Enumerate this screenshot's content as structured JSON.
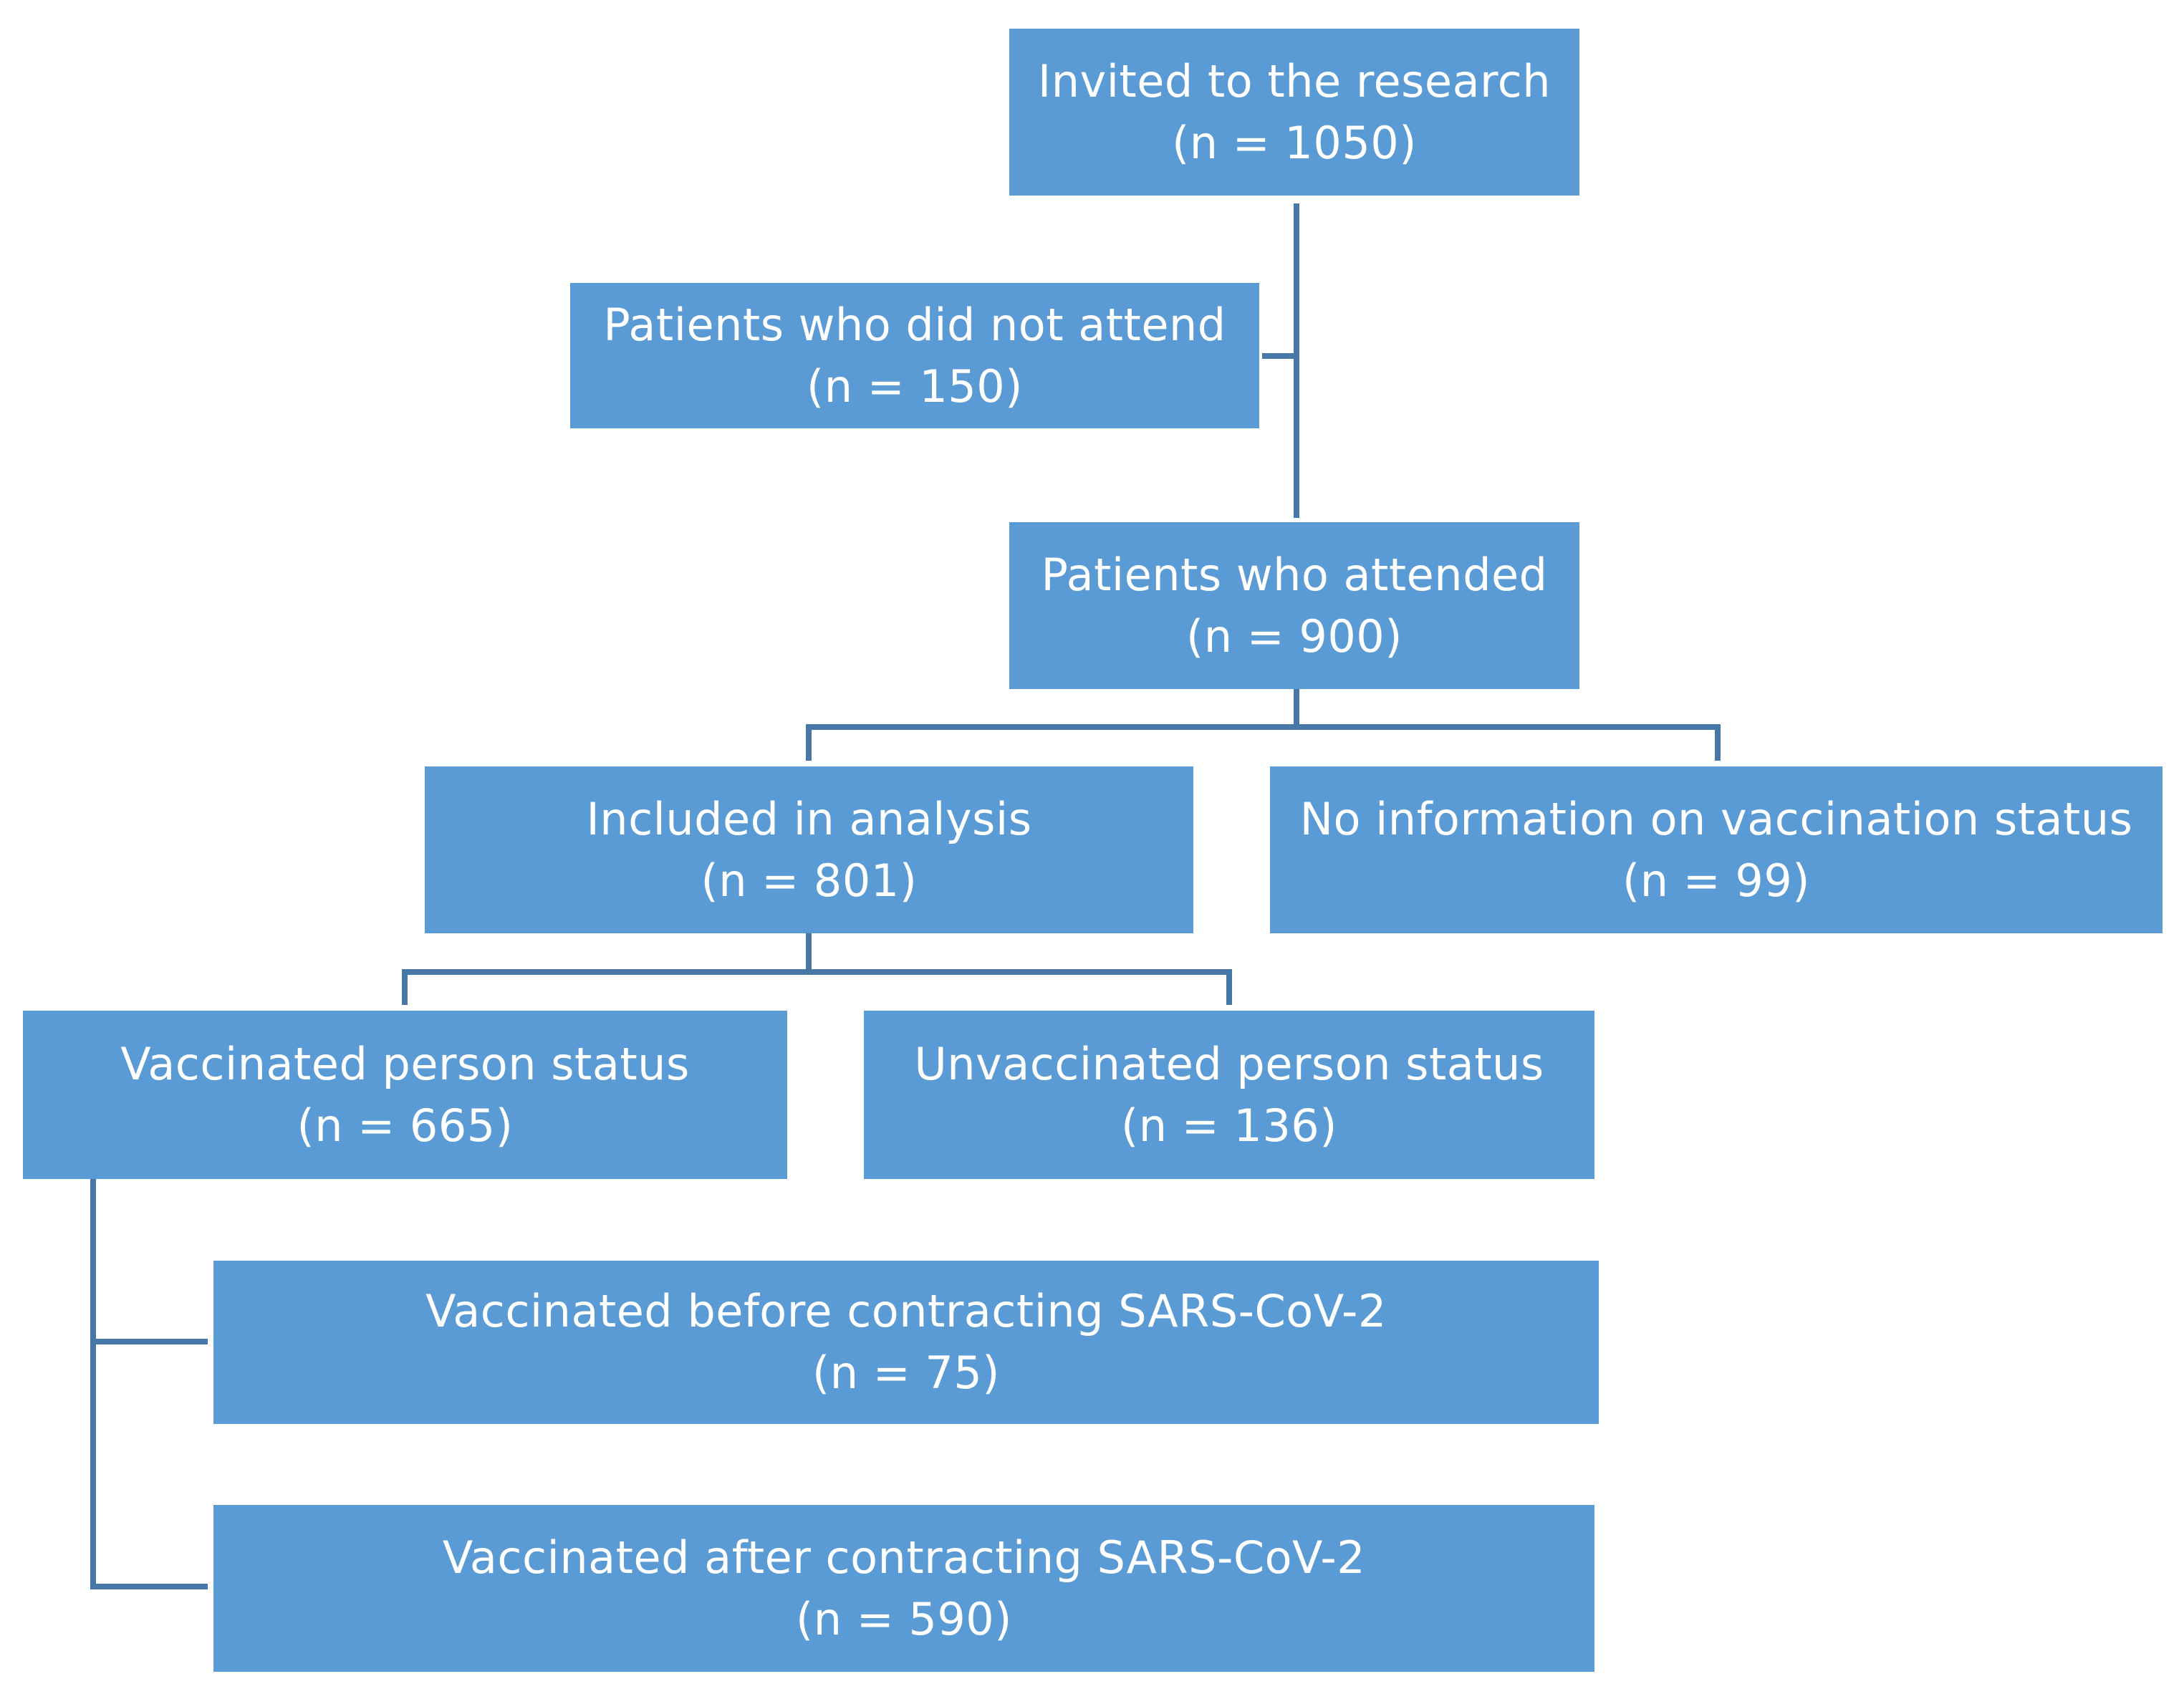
{
  "colors": {
    "box_fill": "#5b9bd5",
    "box_text": "#ffffff",
    "connector": "#4677a6",
    "background": "#ffffff"
  },
  "nodes": {
    "invited": {
      "label": "Invited to the research",
      "count": "(n = 1050)"
    },
    "did_not_attend": {
      "label": "Patients who did not attend",
      "count": "(n = 150)"
    },
    "attended": {
      "label": "Patients who attended",
      "count": "(n = 900)"
    },
    "included": {
      "label": "Included in analysis",
      "count": "(n = 801)"
    },
    "no_info": {
      "label": "No information on vaccination status",
      "count": "(n = 99)"
    },
    "vaccinated": {
      "label": "Vaccinated person status",
      "count": "(n = 665)"
    },
    "unvaccinated": {
      "label": "Unvaccinated person status",
      "count": "(n = 136)"
    },
    "vacc_before": {
      "label": "Vaccinated before contracting SARS-CoV-2",
      "count": "(n = 75)"
    },
    "vacc_after": {
      "label": "Vaccinated after contracting SARS-CoV-2",
      "count": "(n = 590)"
    }
  }
}
